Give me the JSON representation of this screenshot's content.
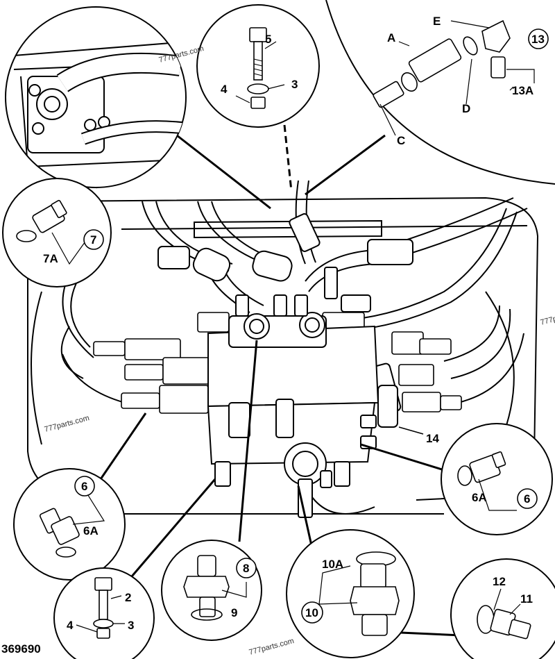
{
  "figure_id": "369690",
  "watermark": "777parts.com",
  "callouts": {
    "A": "A",
    "C": "C",
    "D": "D",
    "E": "E",
    "n13": "13",
    "n13A": "13A",
    "n5": "5",
    "n3": "3",
    "n4": "4",
    "n7": "7",
    "n7A": "7A",
    "n14": "14",
    "n6": "6",
    "n6A": "6A",
    "n2": "2",
    "n8": "8",
    "n9": "9",
    "n10": "10",
    "n10A": "10A",
    "n11": "11",
    "n12": "12"
  }
}
